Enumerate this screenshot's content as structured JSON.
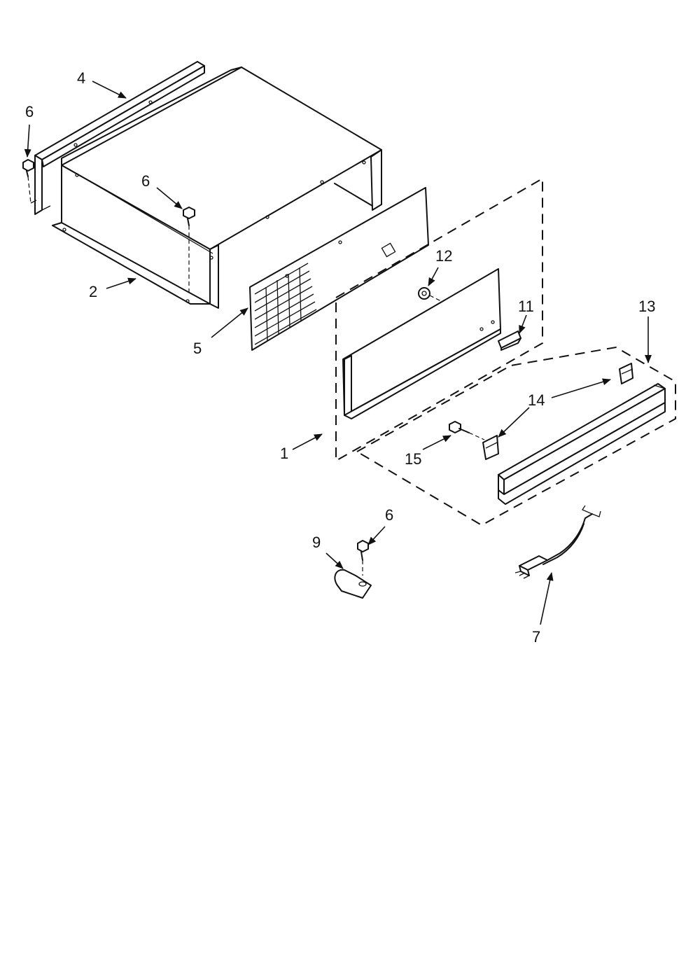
{
  "callouts": [
    {
      "id": "c4",
      "text": "4"
    },
    {
      "id": "c6a",
      "text": "6"
    },
    {
      "id": "c6b",
      "text": "6"
    },
    {
      "id": "c2",
      "text": "2"
    },
    {
      "id": "c5",
      "text": "5"
    },
    {
      "id": "c12",
      "text": "12"
    },
    {
      "id": "c11",
      "text": "11"
    },
    {
      "id": "c13",
      "text": "13"
    },
    {
      "id": "c14",
      "text": "14"
    },
    {
      "id": "c1",
      "text": "1"
    },
    {
      "id": "c15",
      "text": "15"
    },
    {
      "id": "c6c",
      "text": "6"
    },
    {
      "id": "c9",
      "text": "9"
    },
    {
      "id": "c7",
      "text": "7"
    }
  ]
}
